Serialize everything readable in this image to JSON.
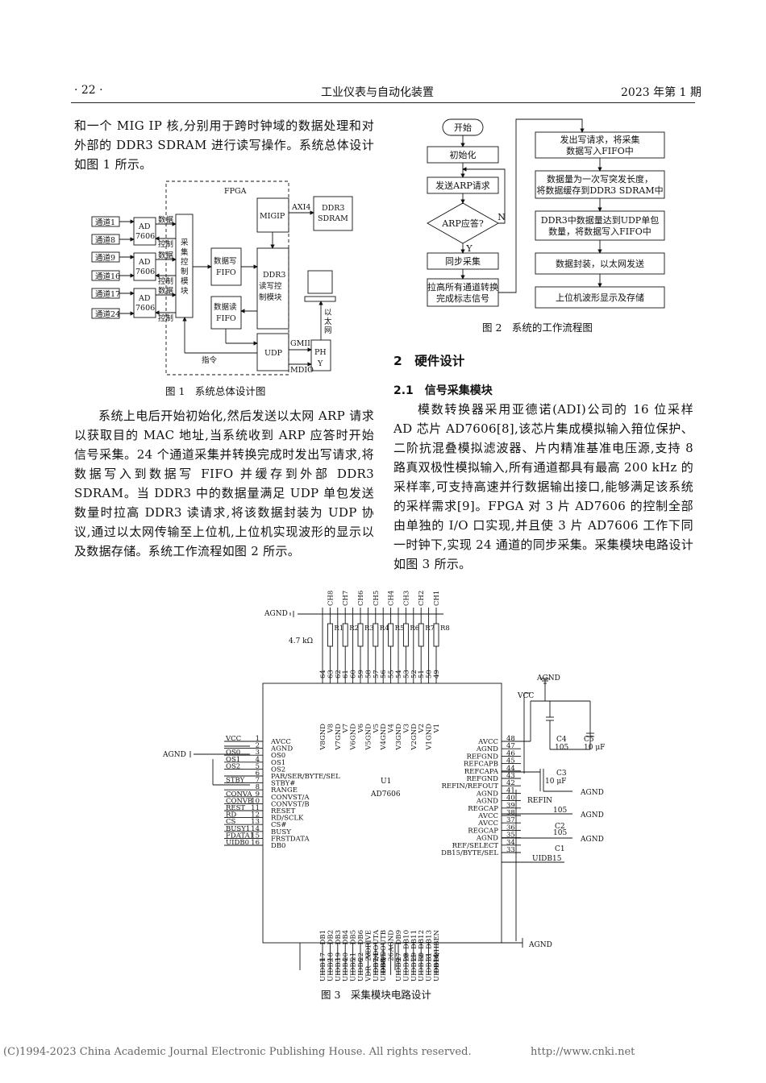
{
  "header": {
    "page_number": "· 22 ·",
    "journal": "工业仪表与自动化装置",
    "issue": "2023 年第 1 期"
  },
  "left_col": {
    "para1": "和一个 MIG IP 核,分别用于跨时钟域的数据处理和对外部的 DDR3 SDRAM 进行读写操作。系统总体设计如图 1 所示。",
    "para2": "系统上电后开始初始化,然后发送以太网 ARP 请求以获取目的 MAC 地址,当系统收到 ARP 应答时开始信号采集。24 个通道采集并转换完成时发出写请求,将数据写入到数据写 FIFO 并缓存到外部 DDR3 SDRAM。当 DDR3 中的数据量满足 UDP 单包发送数量时拉高 DDR3 读请求,将该数据封装为 UDP 协议,通过以太网传输至上位机,上位机实现波形的显示以及数据存储。系统工作流程如图 2 所示。"
  },
  "fig1": {
    "caption": "图 1　系统总体设计图",
    "fpga": "FPGA",
    "channels": [
      "通道1",
      "通道8",
      "通道9",
      "通道16",
      "通道17",
      "通道24"
    ],
    "ad": [
      "AD",
      "7606"
    ],
    "data": "数据",
    "ctrl": "控制",
    "cai_ji": [
      "采",
      "集",
      "控",
      "制",
      "模",
      "块"
    ],
    "wfifo": [
      "数据写",
      "FIFO"
    ],
    "rfifo": [
      "数据读",
      "FIFO"
    ],
    "ddr3ctl": [
      "DDR3",
      "读写控",
      "制模块"
    ],
    "migip": "MIGIP",
    "axi4": "AXI4",
    "sdram": [
      "DDR3",
      "SDRAM"
    ],
    "udp": "UDP",
    "gmii": "GMII",
    "mdio": "MDIO",
    "phy": [
      "PH",
      "Y"
    ],
    "eth": [
      "以",
      "太",
      "网"
    ],
    "cmd": "指令"
  },
  "fig2": {
    "caption": "图 2　系统的工作流程图",
    "start": "开始",
    "init": "初始化",
    "arp_req": "发送ARP请求",
    "arp_ack": "ARP应答?",
    "yes": "Y",
    "no": "N",
    "sync": "同步采集",
    "done": [
      "拉高所有通道转换",
      "完成标志信号"
    ],
    "r1": [
      "发出写请求，将采集",
      "数据写入FIFO中"
    ],
    "r2": [
      "数据量为一次写突发长度，",
      "将数据缓存到DDR3 SDRAM中"
    ],
    "r3": [
      "DDR3中数据量达到UDP单包",
      "数量，将数据写入FIFO中"
    ],
    "r4": "数据封装，以太网发送",
    "r5": "上位机波形显示及存储"
  },
  "right_col": {
    "sec2": "2　硬件设计",
    "sec21": "2.1　信号采集模块",
    "para": "模数转换器采用亚德诺(ADI)公司的 16 位采样 AD 芯片 AD7606[8],该芯片集成模拟输入箝位保护、二阶抗混叠模拟滤波器、片内精准基准电压源,支持 8 路真双极性模拟输入,所有通道都具有最高 200 kHz 的采样率,可支持高速并行数据输出接口,能够满足该系统的采样需求[9]。FPGA 对 3 片 AD7606 的控制全部由单独的 I/O 口实现,并且使 3 片 AD7606 工作下同一时钟下,实现 24 通道的同步采集。采集模块电路设计如图 3 所示。"
  },
  "fig3": {
    "caption": "图 3　采集模块电路设计",
    "chip_ref": "U1",
    "chip": "AD7606",
    "agnd": "AGND",
    "vcc": "VCC",
    "res_value": "4.7 kΩ",
    "ch": [
      "CH8",
      "CH7",
      "CH6",
      "CH5",
      "CH4",
      "CH3",
      "CH2",
      "CH1"
    ],
    "r": [
      "R1",
      "R2",
      "R3",
      "R4",
      "R5",
      "R6",
      "R7",
      "R8"
    ],
    "top_pins": [
      "64",
      "63",
      "62",
      "61",
      "60",
      "59",
      "58",
      "57",
      "56",
      "55",
      "54",
      "53",
      "52",
      "51",
      "50",
      "49"
    ],
    "top_names": [
      "V8GND",
      "V8",
      "V7GND",
      "V7",
      "V6GND",
      "V6",
      "V5GND",
      "V5",
      "V4GND",
      "V4",
      "V3GND",
      "V3",
      "V2GND",
      "V2",
      "V1GND",
      "V1"
    ],
    "left_pins": [
      "1",
      "2",
      "3",
      "4",
      "5",
      "6",
      "7",
      "8",
      "9",
      "10",
      "11",
      "12",
      "13",
      "14",
      "15",
      "16"
    ],
    "left_names": [
      "AVCC",
      "AGND",
      "OS0",
      "OS1",
      "OS2",
      "PAR/SER/BYTE/SEL",
      "STBY#",
      "RANGE",
      "CONVST/A",
      "CONVST/B",
      "RESET",
      "RD/SCLK",
      "CS#",
      "BUSY",
      "FRSTDATA",
      "DB0"
    ],
    "left_nets": [
      "VCC",
      "",
      "OS0",
      "OS1",
      "OS2",
      "",
      "STBY",
      "",
      "CONVA",
      "CONVB",
      "REST",
      "RD",
      "CS",
      "BUSY1",
      "FDATA1",
      "UIDB0"
    ],
    "right_pins": [
      "48",
      "47",
      "46",
      "45",
      "44",
      "43",
      "42",
      "41",
      "40",
      "39",
      "38",
      "37",
      "36",
      "35",
      "34",
      "33"
    ],
    "right_names": [
      "AVCC",
      "AGND",
      "REFGND",
      "REFCAPB",
      "REFCAPA",
      "REFGND",
      "REFIN/REFOUT",
      "AGND",
      "AGND",
      "REGCAP",
      "AVCC",
      "AVCC",
      "REGCAP",
      "AGND",
      "REF/SELECT",
      "DB15/BYTE/SEL"
    ],
    "bottom_pins": [
      "17",
      "18",
      "19",
      "20",
      "21",
      "22",
      "23",
      "24",
      "25",
      "26",
      "27",
      "28",
      "29",
      "30",
      "31",
      "32"
    ],
    "bottom_names": [
      "DB1",
      "DB2",
      "DB3",
      "DB4",
      "DB5",
      "DB6",
      "VDRIVE",
      "DB7/DOUTA",
      "DB8/DOUTB",
      "AGND",
      "DB9",
      "DB10",
      "DB11",
      "DB12",
      "DB13",
      "DB14/HBEN"
    ],
    "bottom_nets": [
      "UIDB1",
      "UIDB2",
      "UIDB3",
      "UIDB4",
      "UIDB5",
      "UIDB6",
      "VDR",
      "UIDB7",
      "UIDB8",
      "",
      "UIDB9",
      "UIDB10",
      "UIDB11",
      "UIDB12",
      "UIDB13",
      "UIDB14"
    ],
    "c4": "C4",
    "c4v": "105",
    "c5": "C5",
    "c5v": "10 μF",
    "c3": "C3",
    "c3v": "10 μF",
    "c2": "C2",
    "c2v": "105",
    "c1": "C1",
    "c1v": "105",
    "refin": "REFIN",
    "uidb15": "UIDB15"
  },
  "footer": {
    "left": "(C)1994-2023 China Academic Journal Electronic Publishing House. All rights reserved.",
    "right": "http://www.cnki.net"
  }
}
